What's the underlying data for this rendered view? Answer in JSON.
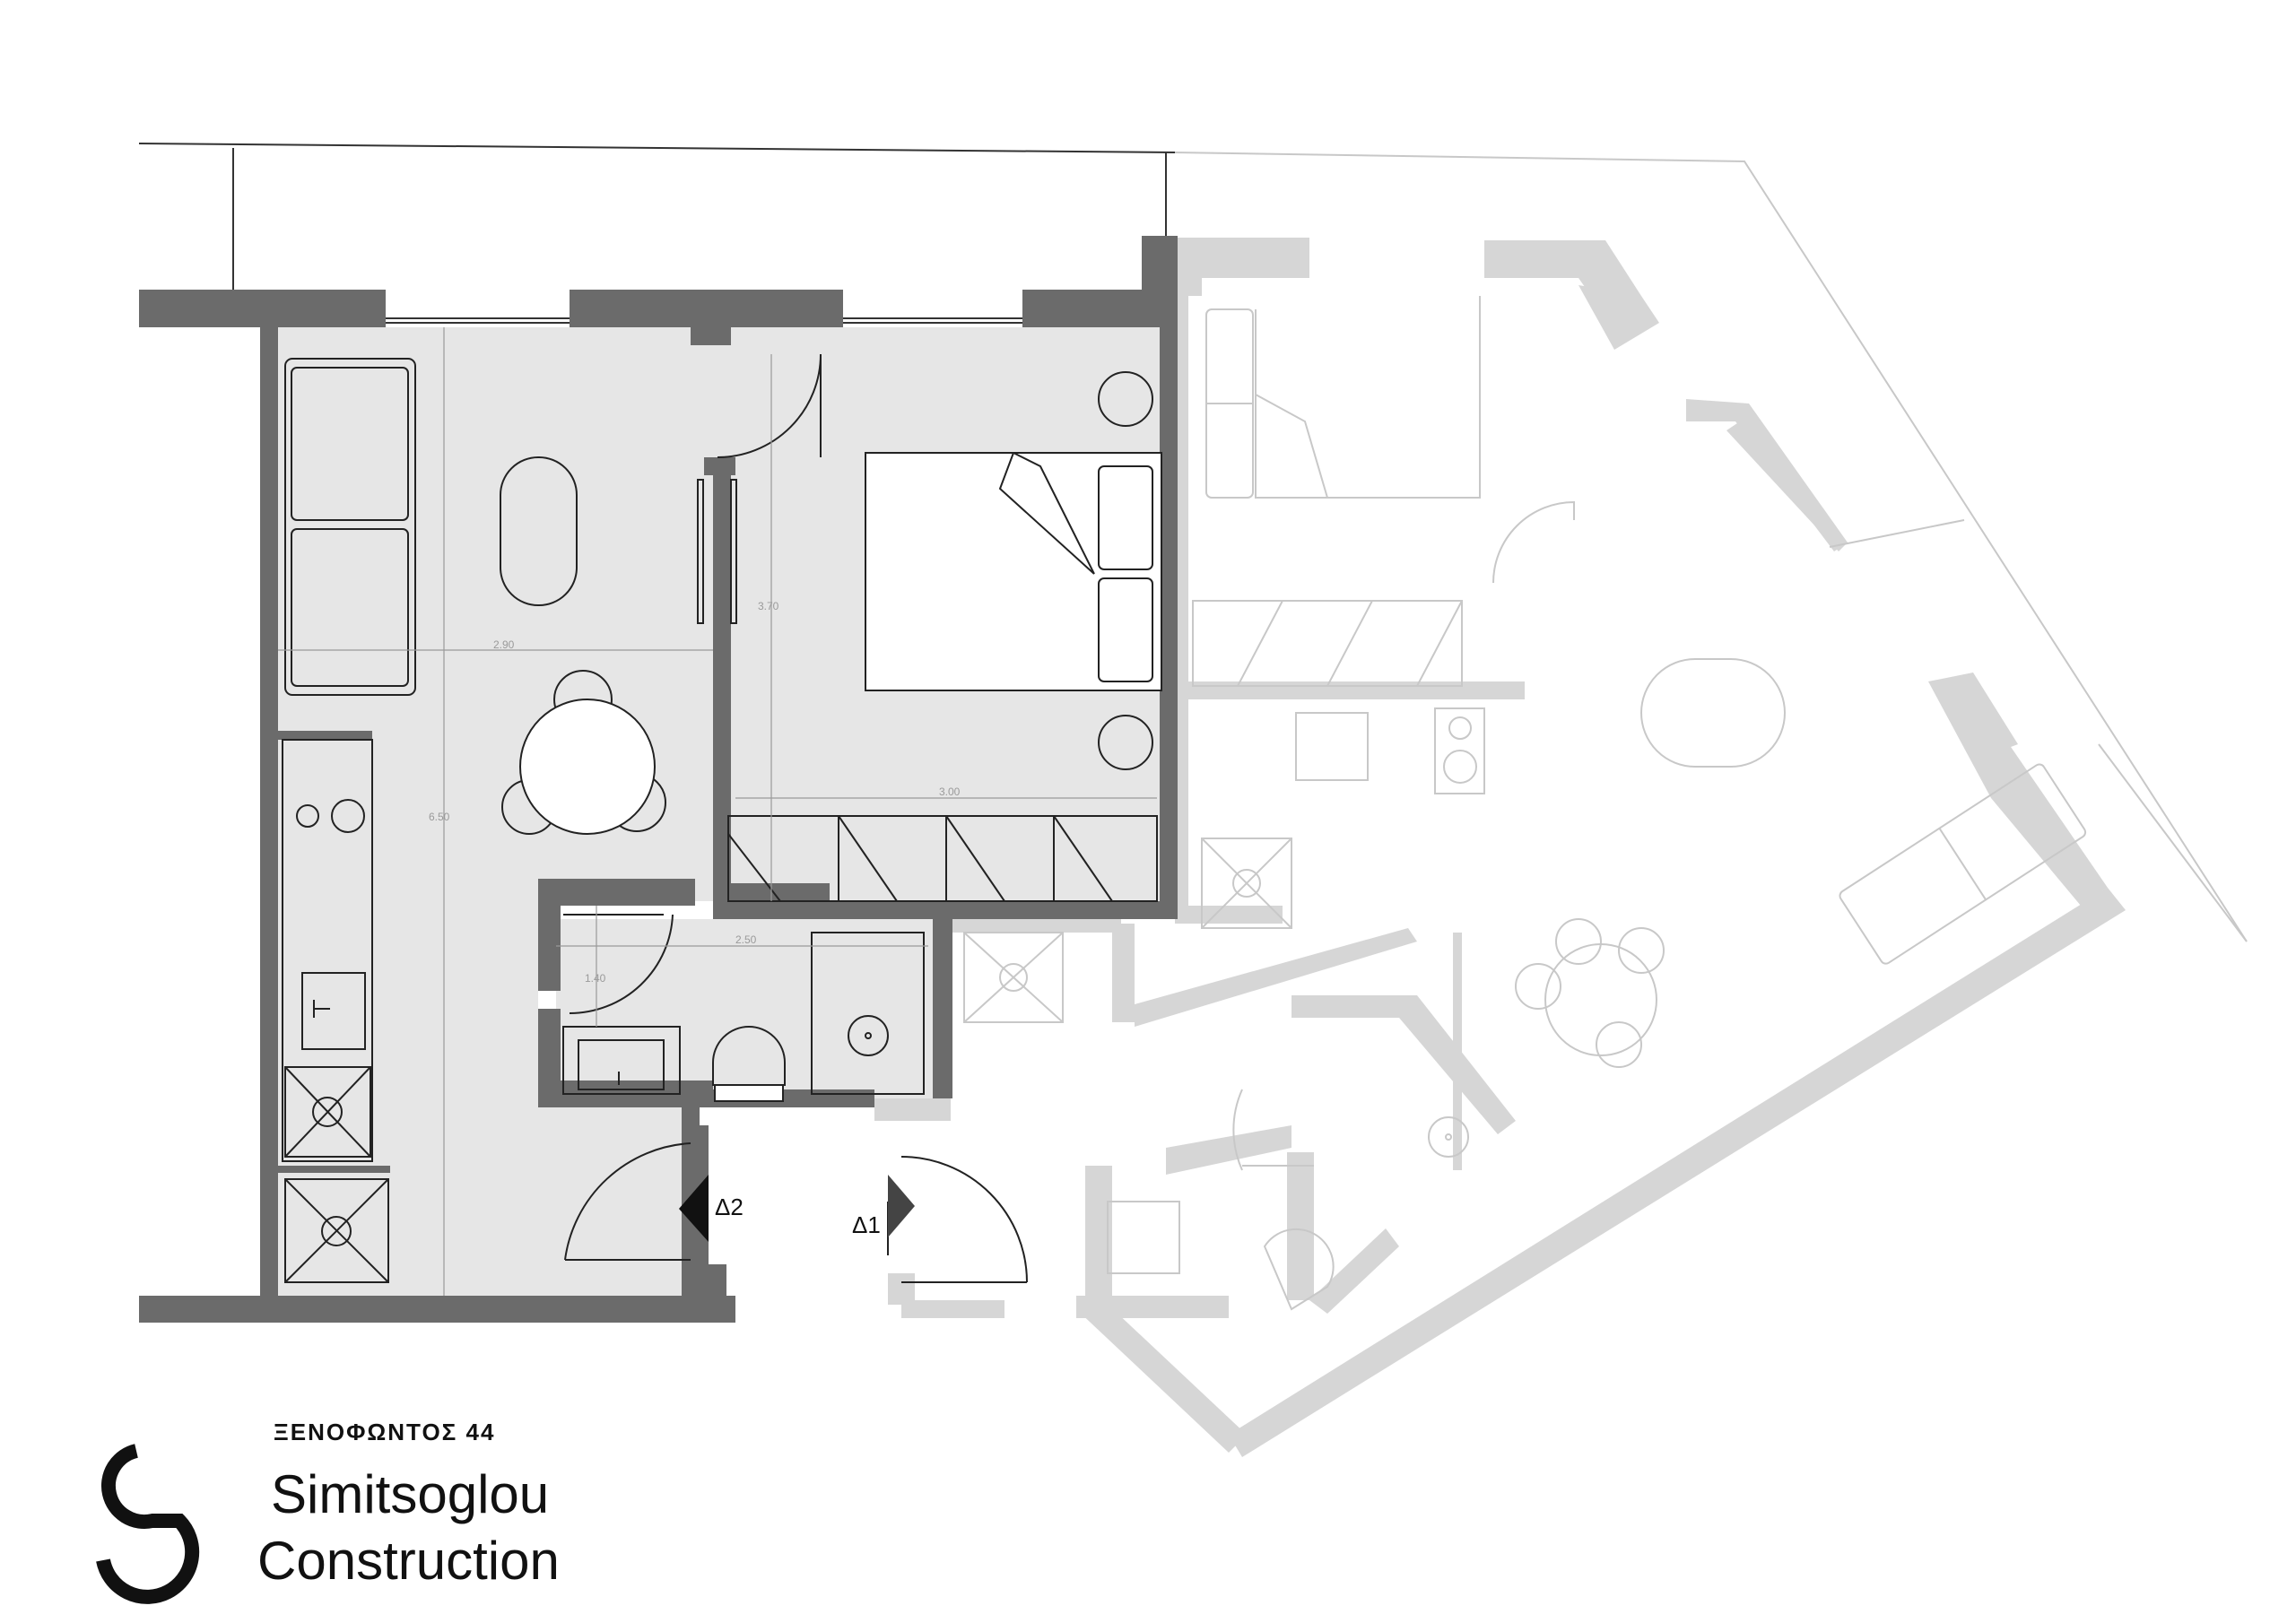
{
  "plan": {
    "dimensions": {
      "living_width": "2.90",
      "bedroom_depth": "3.70",
      "bedroom_width": "3.00",
      "total_length": "6.50",
      "bath_width": "2.50",
      "bath_depth": "1.40"
    },
    "entrances": {
      "door_2": "Δ2",
      "door_1": "Δ1"
    }
  },
  "branding": {
    "address": "ΞΕΝΟΦΩΝΤΟΣ 44",
    "company_line_1": "Simitsoglou",
    "company_line_2": "Construction"
  },
  "colors": {
    "wall": "#6b6b6b",
    "floor": "#e6e6e6",
    "ghost_wall": "#d6d6d6",
    "line": "#222222",
    "ghost_line": "#bcbcbc"
  }
}
